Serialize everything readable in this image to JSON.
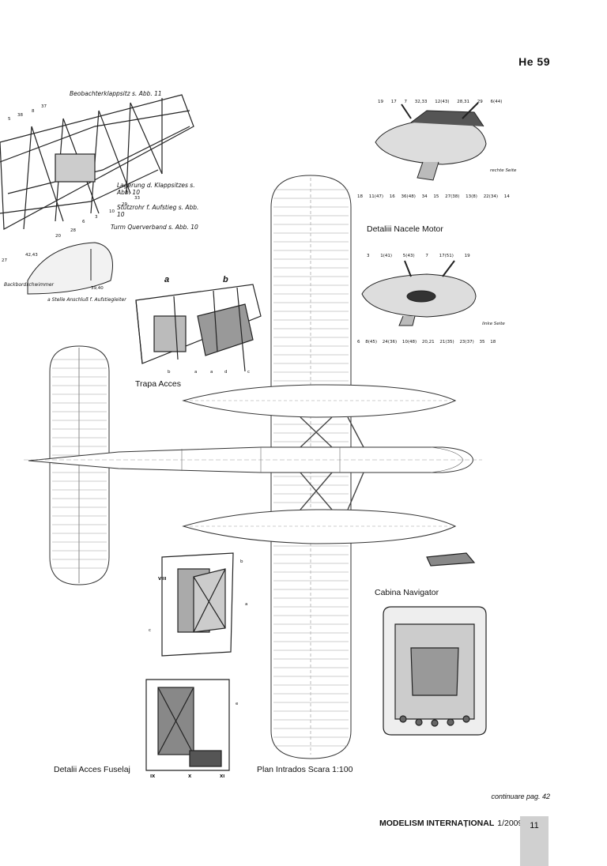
{
  "header": {
    "page_label": "He 59"
  },
  "captions": {
    "nacelle": "Detaliii Nacele Motor",
    "access_hatch": "Trapa Acces",
    "nav_cabin": "Cabina Navigator",
    "fuselage_access": "Detalii Acces Fuselaj",
    "plan": "Plan Intrados Scara 1:100"
  },
  "fuselage_drawing": {
    "labels": [
      "Beobachterklappsitz s. Abb. 11",
      "Lagerung d. Klappsitzes s. Abb. 10",
      "Stützrohr f. Aufstieg s. Abb. 10",
      "Turm Querverband s. Abb. 10",
      "Backbordschwimmer",
      "a Stelle Anschluß f. Aufstiegleiter"
    ],
    "numbers": [
      "5",
      "38",
      "8",
      "37",
      "33",
      "29",
      "10",
      "3",
      "6",
      "28",
      "20",
      "42,43",
      "27",
      "39,40"
    ]
  },
  "hatch_drawing": {
    "letters": [
      "a",
      "b",
      "b",
      "a",
      "a",
      "d",
      "c"
    ]
  },
  "nacelle_drawing": {
    "top_numbers": [
      "19",
      "17",
      "7",
      "32,33",
      "12(43)",
      "28,31",
      "29",
      "6(44)"
    ],
    "bottom_numbers": [
      "18",
      "11(47)",
      "16",
      "36(48)",
      "34",
      "15",
      "27(38)",
      "13(8)",
      "22(34)",
      "14"
    ],
    "side_label_right": "rechte Seite",
    "side_label_left": "linke Seite",
    "lower_top_numbers": [
      "3",
      "1(41)",
      "5(43)",
      "7",
      "17(51)",
      "19"
    ],
    "lower_bottom_numbers": [
      "6",
      "8(45)",
      "24(36)",
      "10(48)",
      "20,21",
      "21(35)",
      "23(37)",
      "35",
      "18"
    ]
  },
  "fuselage_access_drawing": {
    "roman": [
      "VIII",
      "IX",
      "X",
      "XI"
    ],
    "letters": [
      "a",
      "b",
      "c",
      "e"
    ]
  },
  "footer": {
    "continuation": "continuare pag. 42",
    "brand": "MODELISM INTERNAȚIONAL",
    "issue": "1/2009",
    "page_number": "11"
  }
}
